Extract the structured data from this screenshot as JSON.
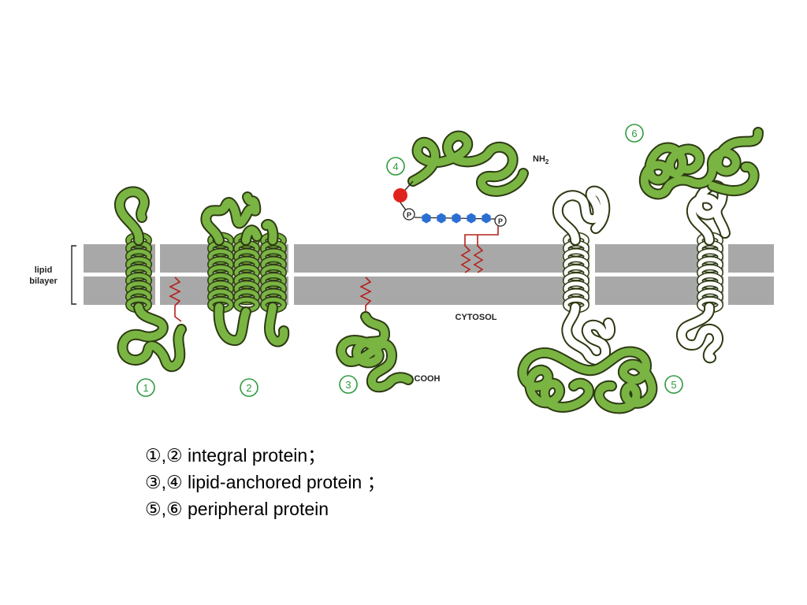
{
  "diagram": {
    "bilayer_label_line1": "lipid",
    "bilayer_label_line2": "bilayer",
    "cytosol_label": "CYTOSOL",
    "nh2_label": "NH",
    "nh2_subscript": "2",
    "cooh_label": "COOH",
    "phosphate_label": "P",
    "protein_numbers": [
      "1",
      "2",
      "3",
      "4",
      "5",
      "6"
    ],
    "colors": {
      "protein_fill": "#7ab543",
      "protein_outline": "#2d3a12",
      "membrane": "#a8a8a8",
      "badge_green": "#2e9a3e",
      "lipid_anchor": "#b2231c",
      "sugar_chain": "#2b6fd6",
      "inositol": "#e0231c"
    }
  },
  "legend": {
    "line1": "①,② integral protein；",
    "line2": "③,④ lipid-anchored protein ；",
    "line3": "⑤,⑥ peripheral protein"
  }
}
